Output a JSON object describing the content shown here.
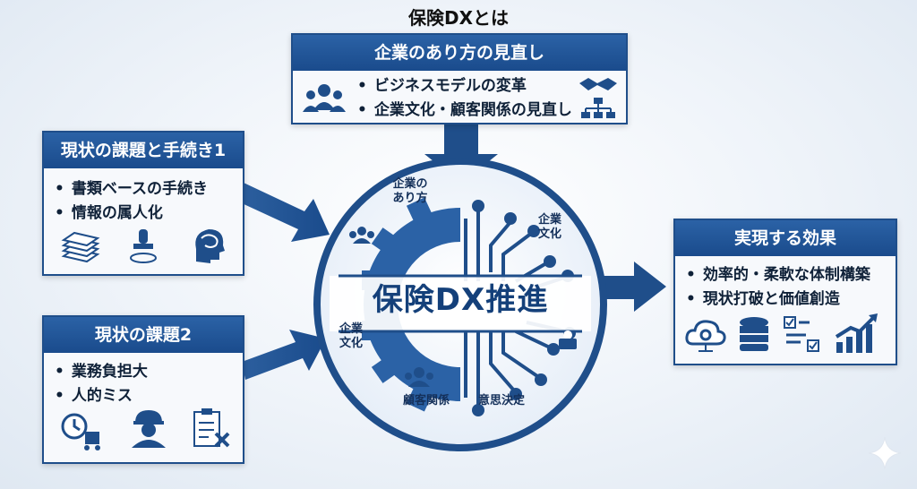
{
  "title": "保険DXとは",
  "top_box": {
    "title": "企業のあり方の見直し",
    "items": [
      "ビジネスモデルの変革",
      "企業文化・顧客関係の見直し"
    ],
    "icons": [
      "people-group-icon",
      "handshake-icon",
      "org-chart-icon"
    ]
  },
  "left_box_1": {
    "title": "現状の課題と手続き1",
    "items": [
      "書類ベースの手続き",
      "情報の属人化"
    ],
    "icons": [
      "document-stack-icon",
      "stamp-icon",
      "brain-head-icon"
    ]
  },
  "left_box_2": {
    "title": "現状の課題2",
    "items": [
      "業務負担大",
      "人的ミス"
    ],
    "icons": [
      "clock-workload-icon",
      "stressed-worker-icon",
      "checklist-error-icon"
    ]
  },
  "right_box": {
    "title": "実現する効果",
    "items": [
      "効率的・柔軟な体制構築",
      "現状打破と価値創造"
    ],
    "icons": [
      "cloud-gear-icon",
      "database-icon",
      "workflow-icon",
      "growth-chart-icon"
    ]
  },
  "center": {
    "title": "保険DX推進",
    "labels": {
      "top_left": "企業の\nあり方",
      "top_right": "企業\n文化",
      "mid_left": "企業\n文化",
      "bottom_left": "顧客関係",
      "bottom_right": "意思決定"
    }
  },
  "colors": {
    "primary": "#1f4e8a",
    "accent": "#2b62a6",
    "background": "#eef3f9"
  }
}
